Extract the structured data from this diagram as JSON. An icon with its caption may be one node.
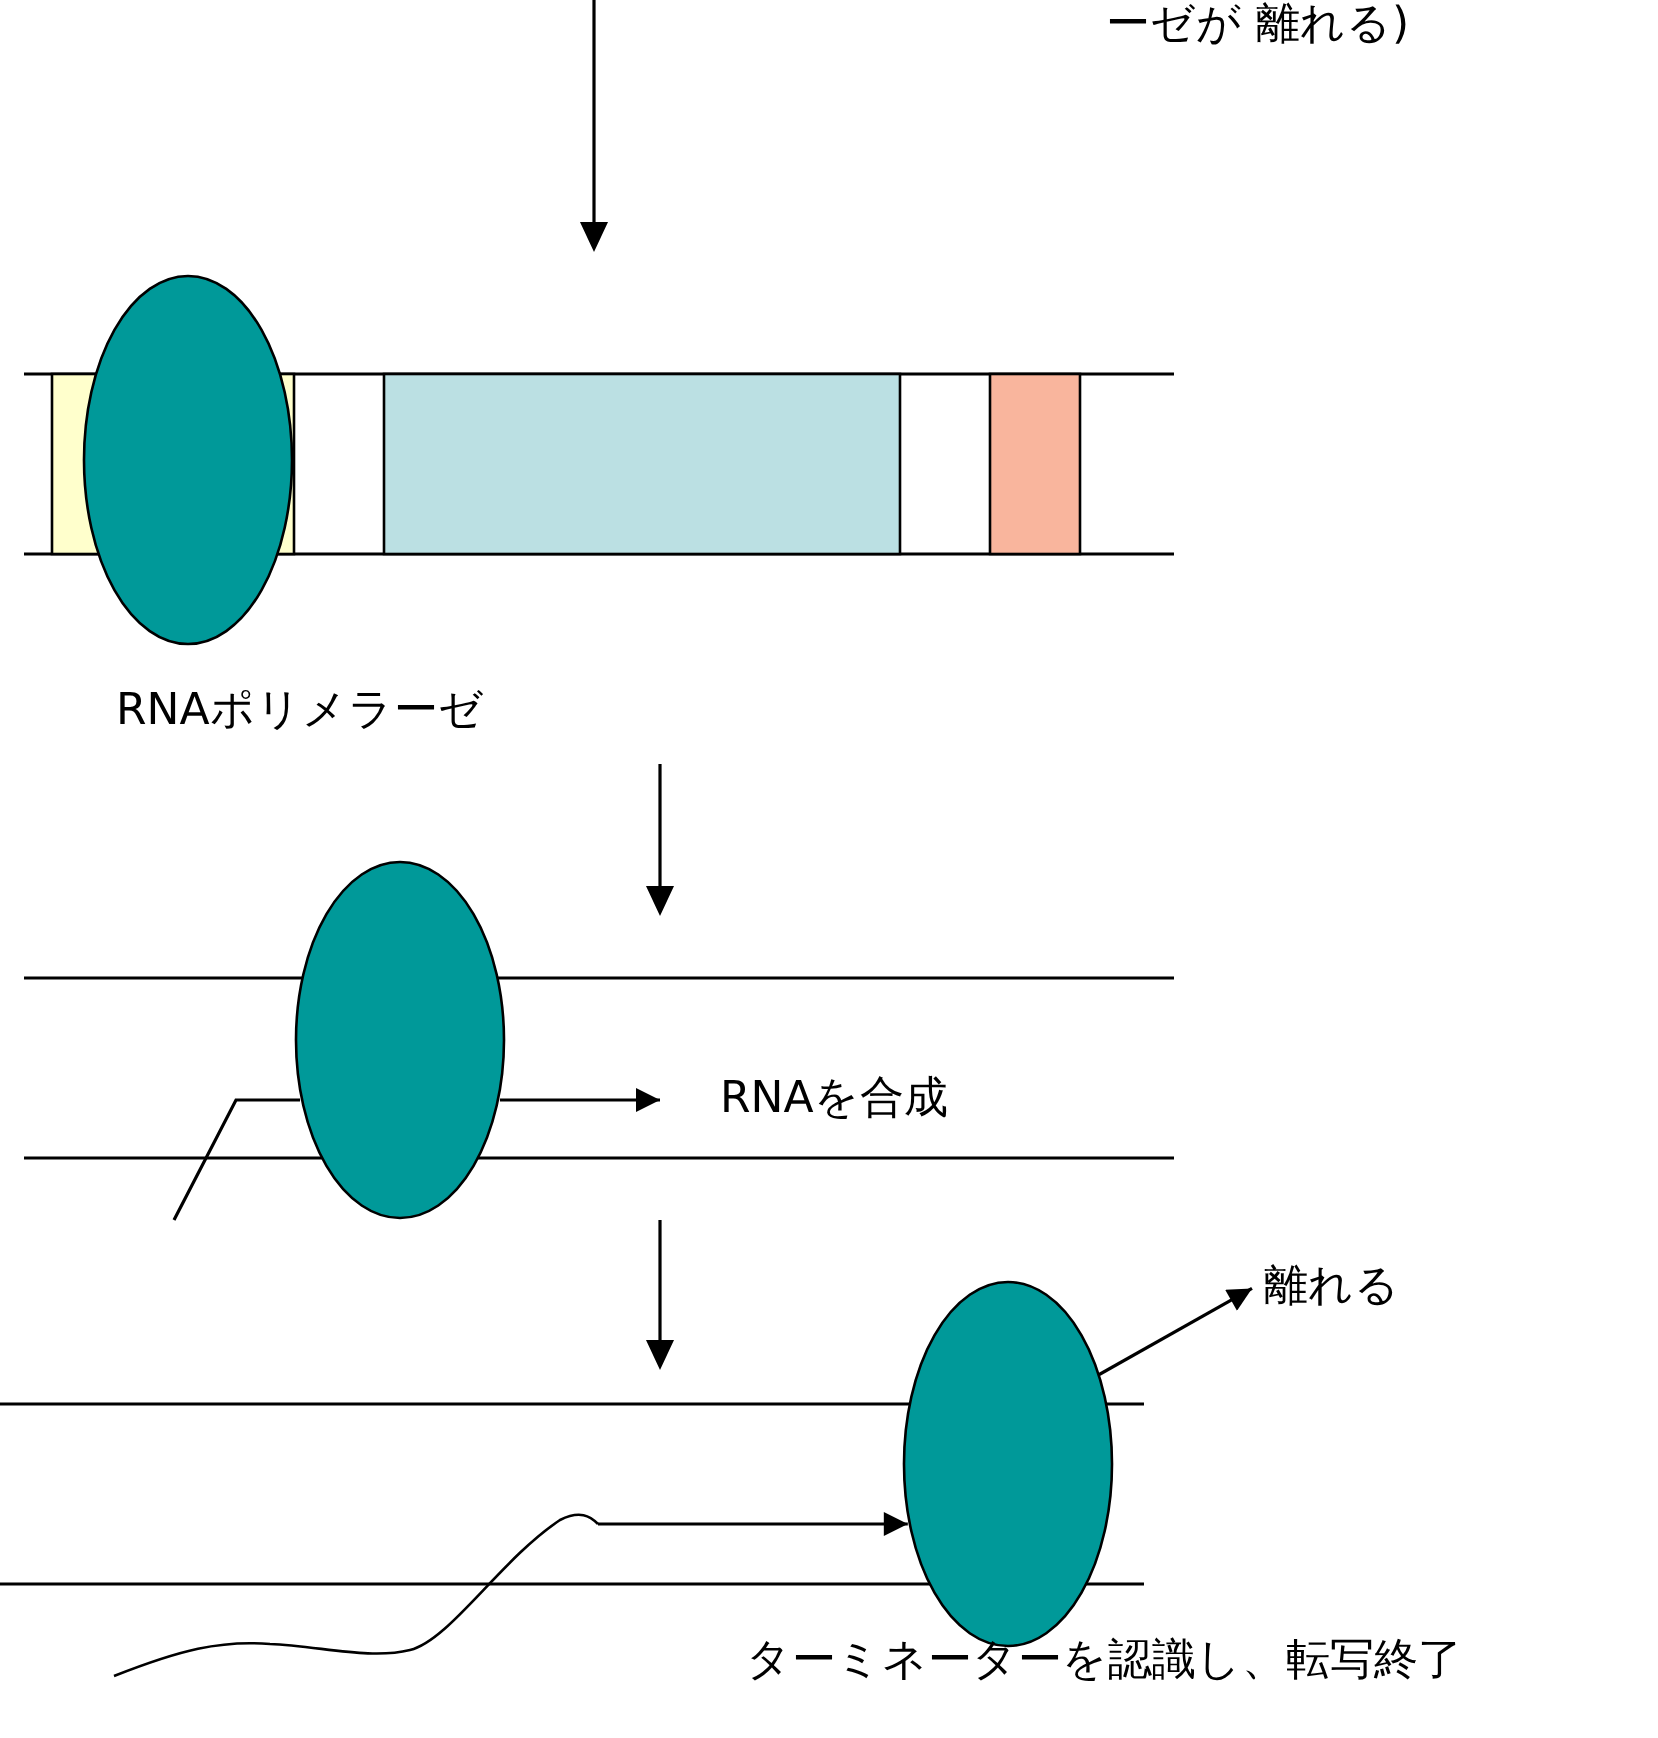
{
  "diagram": {
    "nodes": [
      {
        "text": [],
        "shape": "ellipse",
        "beside": [
          "RNAポリメラーゼ"
        ]
      },
      {
        "text": [],
        "shape": "ellipse"
      },
      {
        "text": [
          "RNAを合成"
        ]
      },
      {
        "text": [],
        "shape": "ellipse",
        "beside": [
          "ターミネーターを認識し、転写終了"
        ]
      },
      {
        "text": [
          "離れる"
        ]
      }
    ],
    "edges": [
      {
        "from": null,
        "to": 1,
        "arrow": "none"
      },
      {
        "from": 1,
        "to": 2,
        "arrow": "to"
      },
      {
        "from": null,
        "to": 3,
        "arrow": "to"
      },
      {
        "from": 3,
        "to": 4,
        "arrow": "to"
      }
    ],
    "labels": [
      "ーゼが 離れる)"
    ]
  }
}
